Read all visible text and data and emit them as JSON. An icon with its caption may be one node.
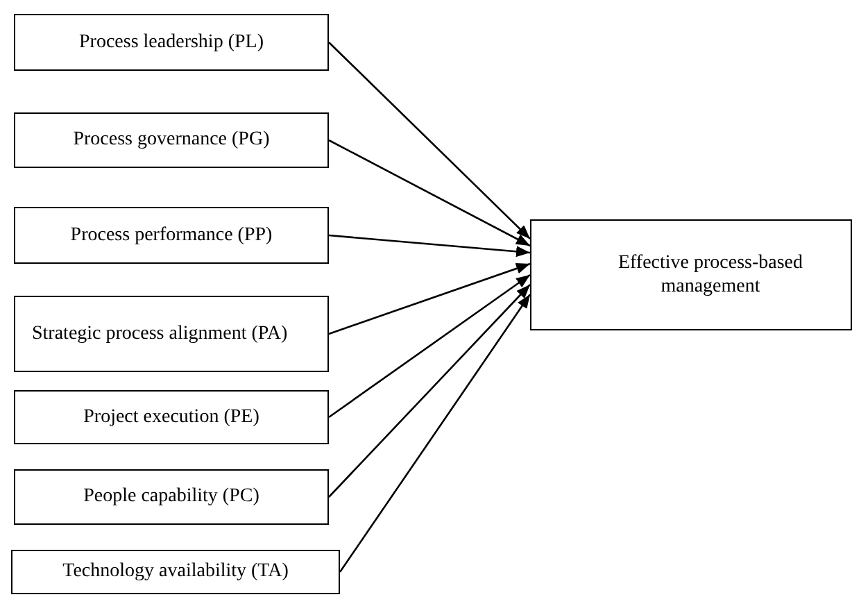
{
  "diagram": {
    "nodes": [
      {
        "text": [
          "Process leadership (PL)"
        ]
      },
      {
        "text": [
          "Process governance (PG)"
        ]
      },
      {
        "text": [
          "Process performance (PP)"
        ]
      },
      {
        "text": [
          "Strategic process alignment (PA)"
        ]
      },
      {
        "text": [
          "Project execution (PE)"
        ]
      },
      {
        "text": [
          "People capability (PC)"
        ]
      },
      {
        "text": [
          "Technology availability (TA)"
        ]
      },
      {
        "text": [
          "Effective process-based management"
        ]
      }
    ],
    "edges": [
      {
        "from": 0,
        "to": 7,
        "arrow": "to"
      },
      {
        "from": 1,
        "to": 7,
        "arrow": "to"
      },
      {
        "from": 2,
        "to": 7,
        "arrow": "to"
      },
      {
        "from": 3,
        "to": 7,
        "arrow": "to"
      },
      {
        "from": 4,
        "to": 7,
        "arrow": "to"
      },
      {
        "from": 5,
        "to": 7,
        "arrow": "to"
      },
      {
        "from": 6,
        "to": 7,
        "arrow": "to"
      }
    ]
  }
}
